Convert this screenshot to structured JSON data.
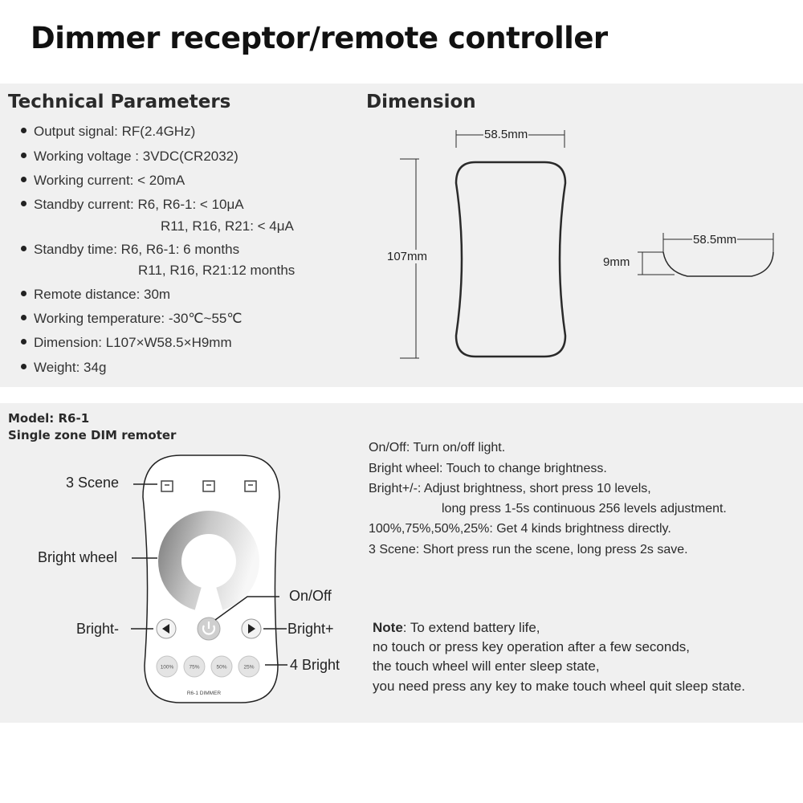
{
  "title": "Dimmer receptor/remote controller",
  "technical_parameters": {
    "heading": "Technical Parameters",
    "items": [
      "Output signal: RF(2.4GHz)",
      "Working voltage : 3VDC(CR2032)",
      "Working current:  < 20mA",
      "Standby current: R6, R6-1: < 10μA",
      "Standby time: R6, R6-1: 6 months",
      "Remote distance: 30m",
      "Working temperature: -30℃~55℃",
      "Dimension: L107×W58.5×H9mm",
      "Weight: 34g"
    ],
    "standby_current_cont": "R11, R16, R21: < 4μA",
    "standby_time_cont": "R11, R16, R21:12 months"
  },
  "dimension": {
    "heading": "Dimension",
    "front_width": "58.5mm",
    "front_height": "107mm",
    "side_width": "58.5mm",
    "side_height": "9mm"
  },
  "model": {
    "name": "Model: R6-1",
    "subtitle": "Single zone DIM remoter"
  },
  "remote": {
    "callouts": {
      "scene": "3 Scene",
      "wheel": "Bright wheel",
      "onoff": "On/Off",
      "bright_minus": "Bright-",
      "bright_plus": "Bright+",
      "four_bright": "4 Bright"
    },
    "preset_labels": [
      "100%",
      "75%",
      "50%",
      "25%"
    ],
    "device_label": "R6-1 DIMMER",
    "icons": {
      "scene": "save-icon",
      "power": "power-icon",
      "left": "triangle-left-icon",
      "right": "triangle-right-icon"
    }
  },
  "functions": [
    "On/Off: Turn on/off light.",
    "Bright wheel: Touch to change brightness.",
    "Bright+/-: Adjust brightness, short press 10 levels,",
    "long press 1-5s continuous 256 levels adjustment.",
    "100%,75%,50%,25%: Get 4 kinds brightness directly.",
    "3 Scene: Short press run the scene, long press 2s save."
  ],
  "note": {
    "label": "Note",
    "lines": [
      ": To extend battery life,",
      "no touch or press key operation after a few seconds,",
      "the touch wheel will enter sleep state,",
      "you need press any key to make touch wheel quit sleep state."
    ]
  }
}
